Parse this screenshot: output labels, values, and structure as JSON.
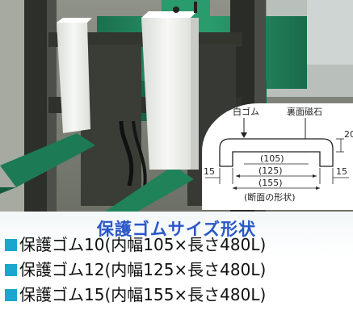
{
  "diagram": {
    "label_white_rubber": "白ゴム",
    "label_back_magnet": "裏面磁石",
    "dim_height": "20",
    "dim_left": "15",
    "dim_right": "15",
    "dim_105": "(105)",
    "dim_125": "(125)",
    "dim_155": "(155)",
    "section_label": "(断面の形状)"
  },
  "caption": {
    "title": "保護ゴムサイズ形状",
    "specs": [
      "保護ゴム10(内幅105×長さ480L)",
      "保護ゴム12(内幅125×長さ480L)",
      "保護ゴム15(内幅155×長さ480L)"
    ]
  },
  "colors": {
    "title": "#2a57c8",
    "bullet": "#1aa6cf",
    "forklift_green": "#1f8a5e",
    "rubber_white": "#f2f3f0"
  }
}
